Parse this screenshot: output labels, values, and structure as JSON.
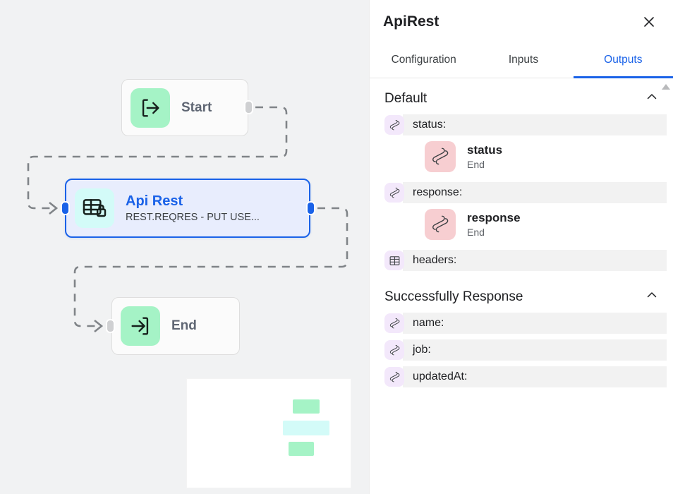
{
  "canvas": {
    "background": "#f1f2f3",
    "nodes": [
      {
        "id": "start",
        "title": "Start",
        "subtitle": "",
        "icon": "logout-arrow-icon",
        "icon_bg": "#a5f3c6",
        "selected": false
      },
      {
        "id": "apirest",
        "title": "Api Rest",
        "subtitle": "REST.REQRES - PUT USE...",
        "icon": "table-lock-icon",
        "icon_bg": "#d3fbf8",
        "selected": true,
        "accent": "#1a62e8"
      },
      {
        "id": "end",
        "title": "End",
        "subtitle": "",
        "icon": "login-arrow-icon",
        "icon_bg": "#a5f3c6",
        "selected": false
      }
    ],
    "edge_style": "dashed",
    "edge_color": "#808488"
  },
  "minimap": {
    "blocks": [
      {
        "color": "#a5f3c6"
      },
      {
        "color": "#d3fbf8"
      },
      {
        "color": "#a5f3c6"
      }
    ]
  },
  "panel": {
    "title": "ApiRest",
    "close_icon": "close-icon",
    "tabs": [
      {
        "label": "Configuration",
        "active": false
      },
      {
        "label": "Inputs",
        "active": false
      },
      {
        "label": "Outputs",
        "active": true
      }
    ],
    "accent": "#1a62e8",
    "sections": [
      {
        "title": "Default",
        "collapse_icon": "chevron-up-icon",
        "expanded": true,
        "rows": [
          {
            "label": "status:",
            "icon": "script-variable-icon",
            "icon_bg": "#f3e8fb",
            "child": {
              "title": "status",
              "subtitle": "End",
              "icon": "script-variable-icon",
              "icon_bg": "#f7ced1"
            }
          },
          {
            "label": "response:",
            "icon": "script-variable-icon",
            "icon_bg": "#f3e8fb",
            "child": {
              "title": "response",
              "subtitle": "End",
              "icon": "script-variable-icon",
              "icon_bg": "#f7ced1"
            }
          },
          {
            "label": "headers:",
            "icon": "table-icon",
            "icon_bg": "#f3e8fb",
            "child": null
          }
        ]
      },
      {
        "title": "Successfully Response",
        "collapse_icon": "chevron-up-icon",
        "expanded": true,
        "rows": [
          {
            "label": "name:",
            "icon": "script-variable-icon",
            "icon_bg": "#f3e8fb",
            "child": null
          },
          {
            "label": "job:",
            "icon": "script-variable-icon",
            "icon_bg": "#f3e8fb",
            "child": null
          },
          {
            "label": "updatedAt:",
            "icon": "script-variable-icon",
            "icon_bg": "#f3e8fb",
            "child": null
          }
        ]
      }
    ]
  }
}
